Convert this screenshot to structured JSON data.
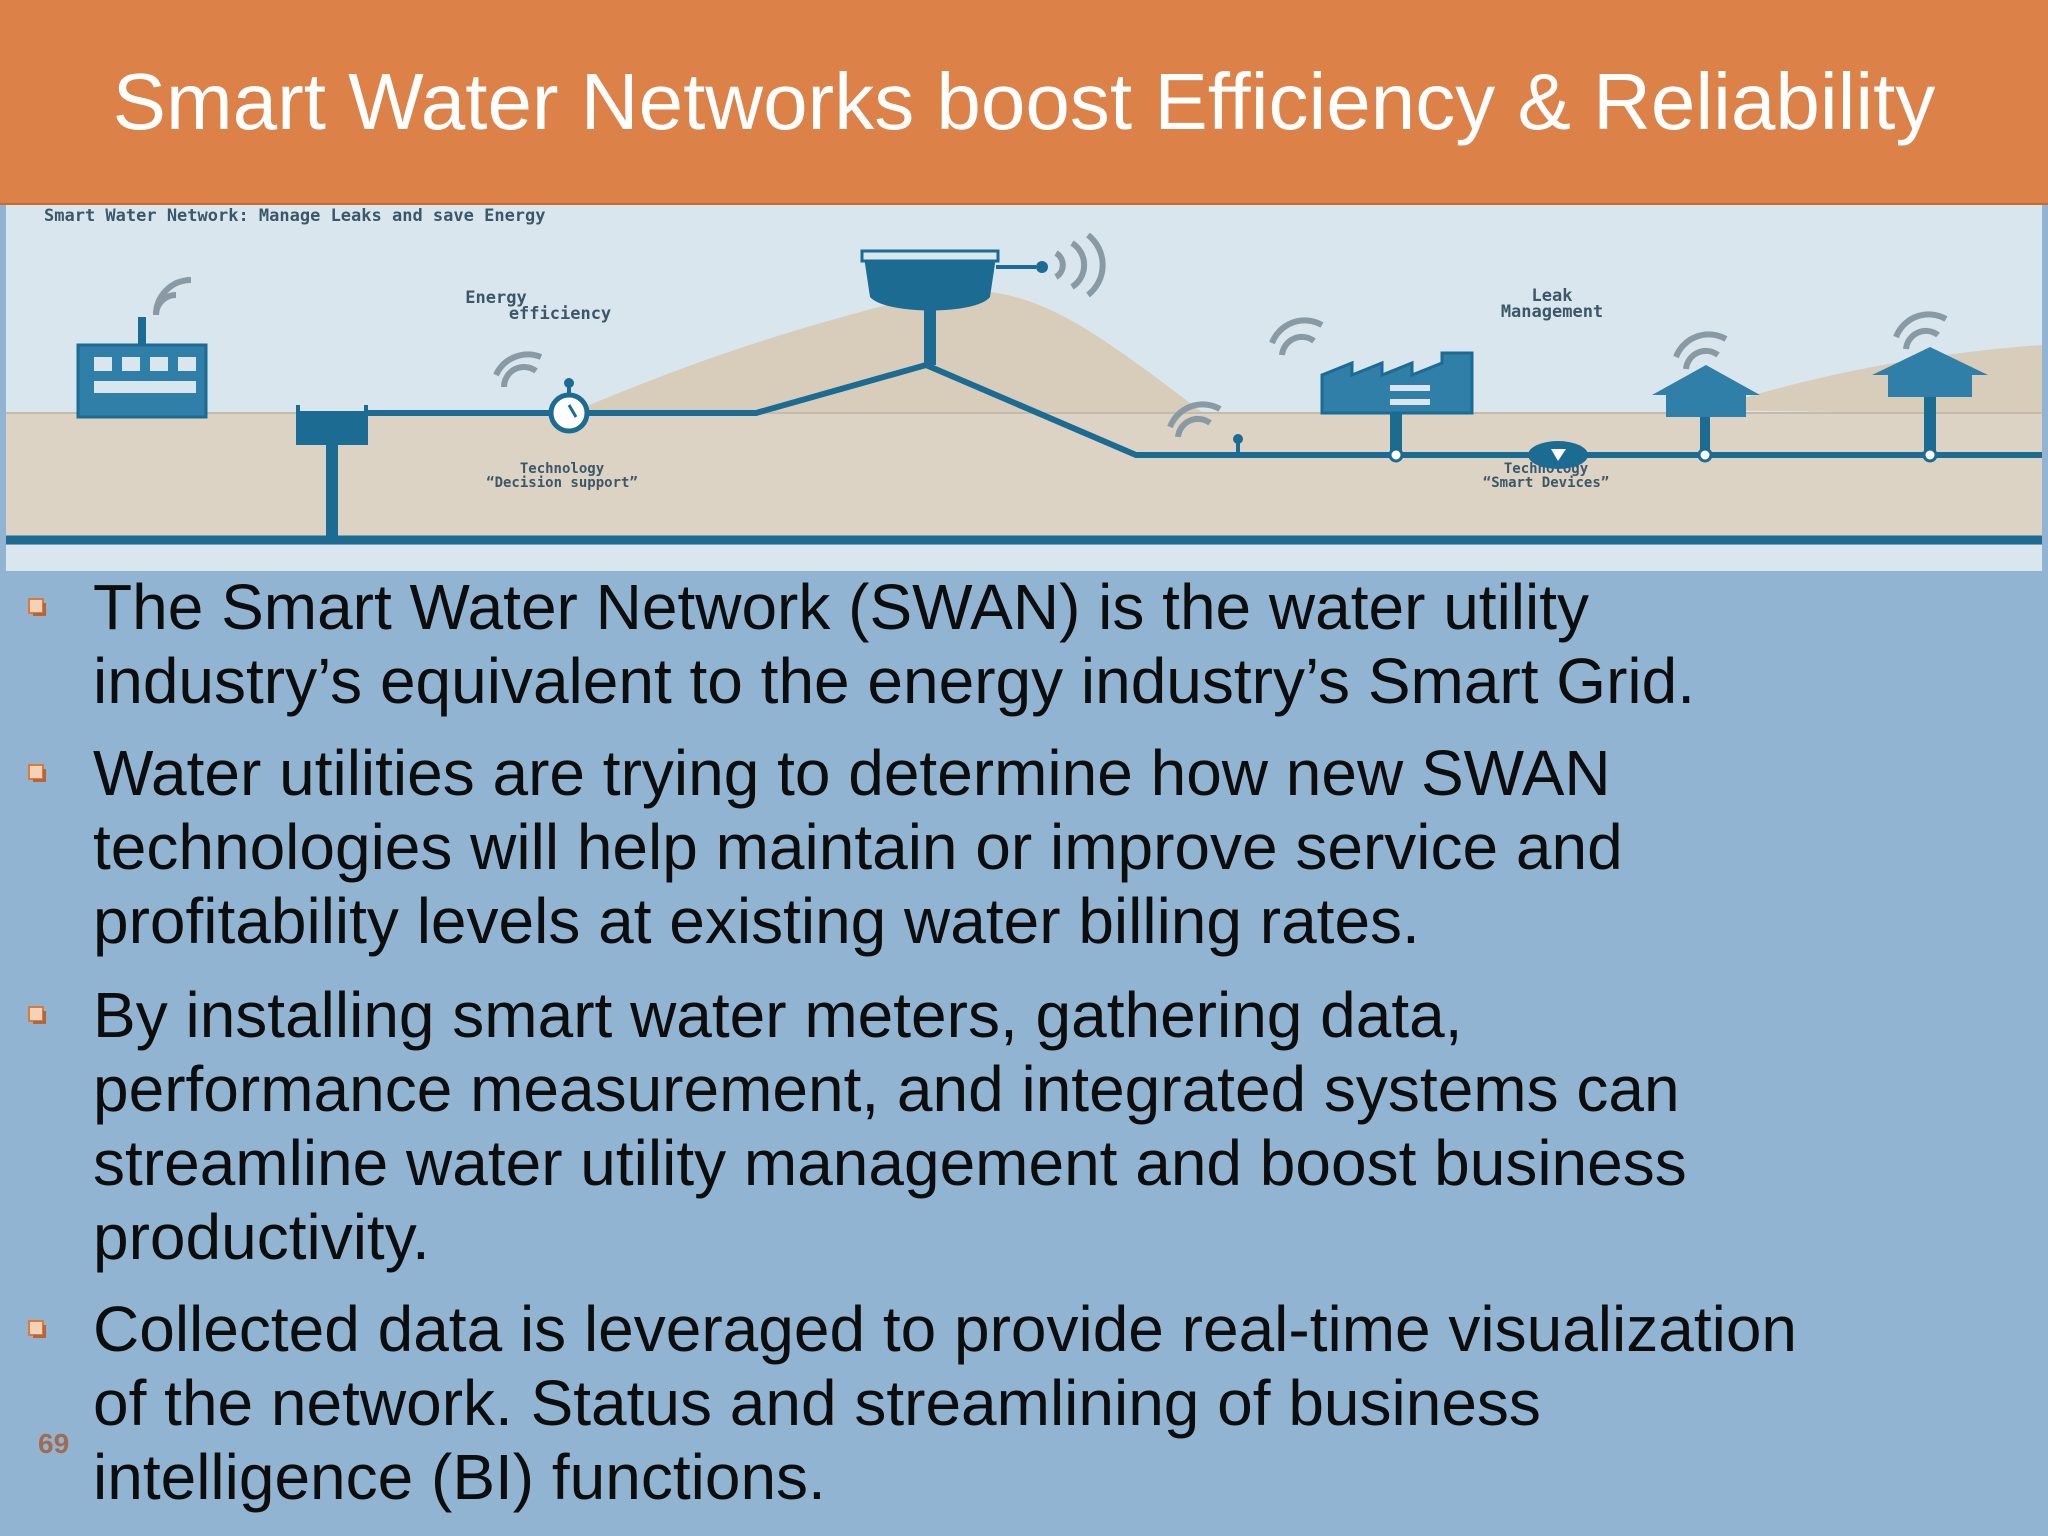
{
  "slide": {
    "title": "Smart Water Networks boost Efficiency & Reliability",
    "page_number": "69"
  },
  "diagram": {
    "heading": "Smart Water Network: Manage Leaks and save Energy",
    "labels": {
      "energy_efficiency_line1": "Energy",
      "energy_efficiency_line2": "efficiency",
      "leak_management_line1": "Leak",
      "leak_management_line2": "Management",
      "tech_decision_line1": "Technology",
      "tech_decision_line2": "“Decision support”",
      "tech_devices_line1": "Technology",
      "tech_devices_line2": "“Smart Devices”"
    }
  },
  "bullets": [
    {
      "text": "The Smart Water Network (SWAN) is the water utility\nindustry’s equivalent to the energy industry’s Smart Grid."
    },
    {
      "text": "Water utilities are trying to determine how new SWAN\ntechnologies will help maintain or improve service and\nprofitability levels at existing water billing rates."
    },
    {
      "text": "By installing smart water meters, gathering  data,\nperformance measurement, and integrated systems can\nstreamline water utility management and boost business\nproductivity."
    },
    {
      "text": "Collected data is leveraged to provide real-time visualization\nof the network. Status and streamlining of business\nintelligence (BI) functions."
    }
  ],
  "colors": {
    "title_bar": "#dc8248",
    "background": "#92b4d3",
    "diagram_blue": "#1c6b93",
    "bullet_marker": "#d97a3f"
  },
  "icons": [
    "wifi-signal-icon",
    "water-tower-icon",
    "factory-icon",
    "house-icon",
    "valve-icon",
    "office-building-icon",
    "smart-device-icon",
    "square-bullet-icon"
  ]
}
